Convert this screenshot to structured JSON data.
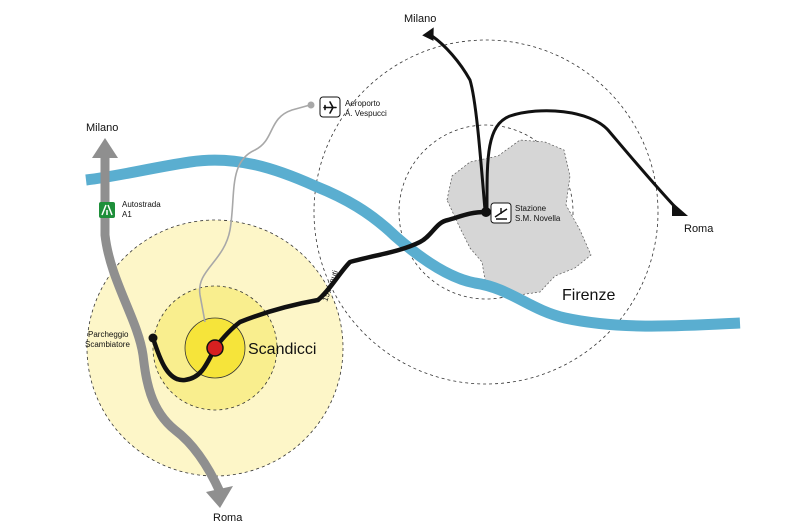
{
  "labels": {
    "milano_left": "Milano",
    "roma_bottom": "Roma",
    "milano_top": "Milano",
    "roma_right": "Roma",
    "airport_line1": "Aeroporto",
    "airport_line2": "A. Vespucci",
    "autostrada_line1": "Autostrada",
    "autostrada_line2": "A1",
    "parking_line1": "Parcheggio",
    "parking_line2": "Scambiatore",
    "station_line1": "Stazione",
    "station_line2": "S.M. Novella",
    "scandicci": "Scandicci",
    "firenze": "Firenze",
    "travel_time": "15 minuti"
  },
  "icons": {
    "airport": "airplane-icon",
    "motorway": "motorway-sign-icon",
    "station": "train-icon"
  },
  "colors": {
    "river": "#5aaed0",
    "highway": "#8f8f8f",
    "tram": "#111111",
    "airport_link": "#a8a8a8",
    "city_area": "#d6d6d6",
    "scandicci_outer": "#fdf6c8",
    "scandicci_mid": "#f9ee8e",
    "scandicci_inner": "#f6e43a",
    "center_dot": "#d62020",
    "motorway_sign": "#1e8f3a"
  }
}
